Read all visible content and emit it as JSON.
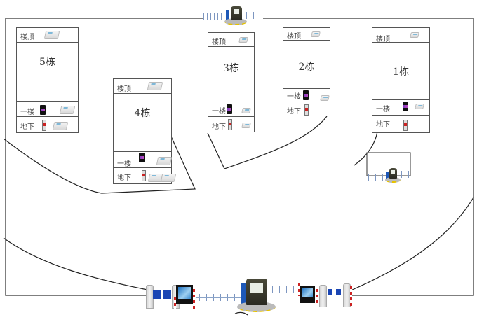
{
  "diagram": {
    "title": "Residential compound access control layout",
    "floor_labels": {
      "roof": "楼顶",
      "first": "一楼",
      "basement": "地下"
    },
    "buildings": [
      {
        "id": "b5",
        "name": "5栋",
        "roof": "楼顶",
        "first": "一楼",
        "basement": "地下"
      },
      {
        "id": "b4",
        "name": "4栋",
        "roof": "楼顶",
        "first": "一楼",
        "basement": "地下"
      },
      {
        "id": "b3",
        "name": "3栋",
        "roof": "楼顶",
        "first": "一楼",
        "basement": "地下"
      },
      {
        "id": "b2",
        "name": "2栋",
        "roof": "楼顶",
        "first": "一楼",
        "basement": "地下"
      },
      {
        "id": "b1",
        "name": "1栋",
        "roof": "楼顶",
        "first": "一楼",
        "basement": "地下"
      }
    ],
    "gates": [
      {
        "id": "north-gate",
        "type": "guard-booth-with-barrier"
      },
      {
        "id": "east-inner-gate",
        "type": "guard-booth-with-barrier"
      },
      {
        "id": "main-south-gate",
        "type": "guard-booth-turnstiles-barriers"
      }
    ],
    "colors": {
      "wall": "#555555",
      "wire": "#222222",
      "barrier": "#7d96c0",
      "booth_accent": "#1d58b8",
      "warning": "#e6c200"
    }
  }
}
